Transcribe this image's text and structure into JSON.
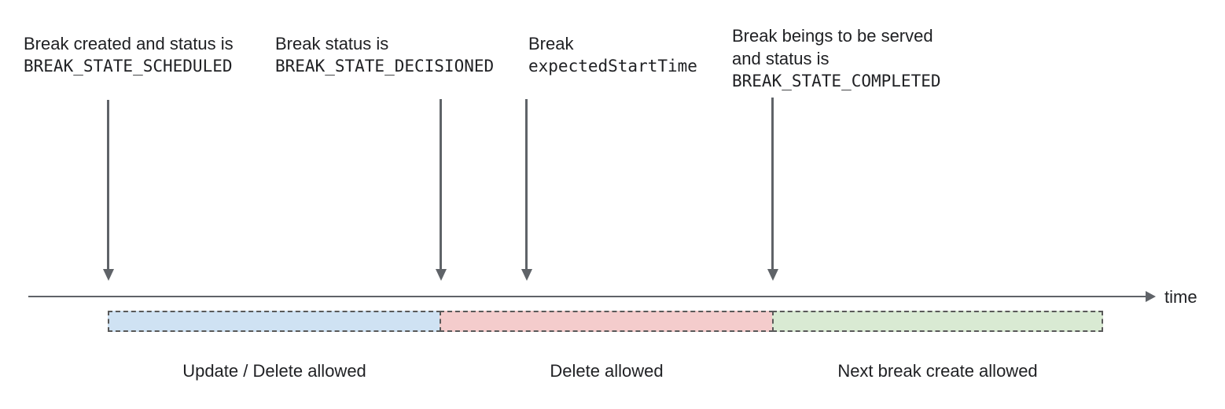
{
  "diagram": {
    "annotations": [
      {
        "name": "scheduled",
        "lines": [
          {
            "text": "Break created and status is"
          },
          {
            "text": "BREAK_STATE_SCHEDULED"
          }
        ]
      },
      {
        "name": "decisioned",
        "lines": [
          {
            "text": "Break status is"
          },
          {
            "text": "BREAK_STATE_DECISIONED"
          }
        ]
      },
      {
        "name": "expected-start-time",
        "lines": [
          {
            "text": "Break"
          },
          {
            "text": "expectedStartTime"
          }
        ]
      },
      {
        "name": "completed",
        "lines": [
          {
            "text": "Break beings to be served"
          },
          {
            "text": "and status is"
          },
          {
            "text": "BREAK_STATE_COMPLETED"
          }
        ]
      }
    ],
    "axis": {
      "label": "time"
    },
    "segments": [
      {
        "label": "Update / Delete allowed",
        "fill": "#cfe2f3"
      },
      {
        "label": "Delete allowed",
        "fill": "#f4cccc"
      },
      {
        "label": "Next break create allowed",
        "fill": "#d9ead3"
      }
    ],
    "colors": {
      "line": "#5f6368",
      "text": "#202124",
      "segment_border": "#595959"
    }
  }
}
